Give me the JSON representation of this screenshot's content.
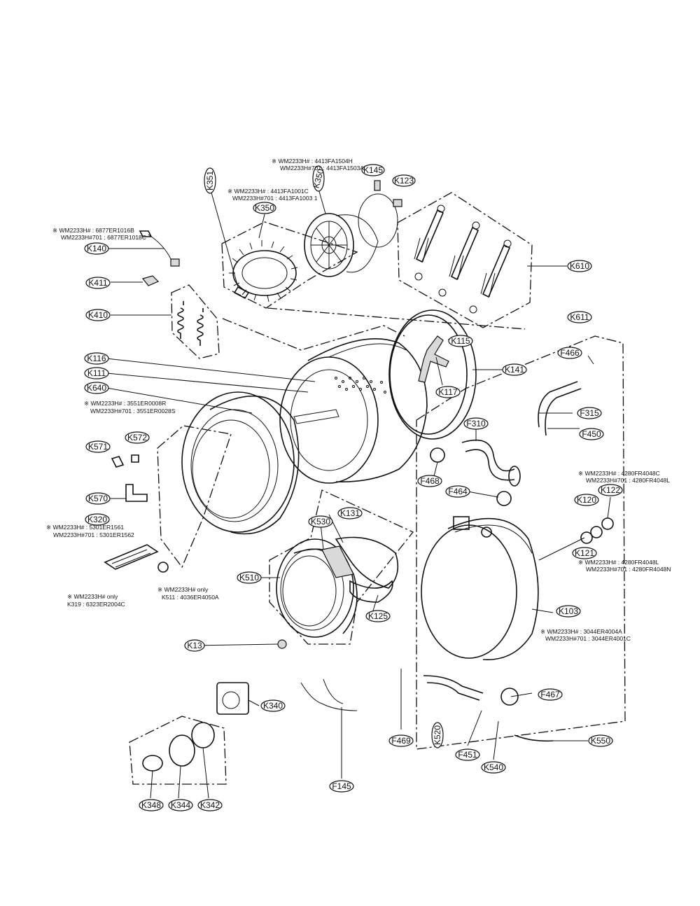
{
  "labels": {
    "k351": "K351",
    "k350a": "K350",
    "k350b": "K350",
    "k145": "K145",
    "k123": "K123",
    "k140": "K140",
    "k411": "K411",
    "k410": "K410",
    "k610": "K610",
    "k611": "K611",
    "k116": "K116",
    "k111": "K111",
    "k640": "K640",
    "k115": "K115",
    "k141": "K141",
    "k117": "K117",
    "k571": "K571",
    "k572": "K572",
    "k570": "K570",
    "k320": "K320",
    "k530": "K530",
    "k131": "K131",
    "k510": "K510",
    "k125": "K125",
    "k13": "K13",
    "k340": "K340",
    "k348": "K348",
    "k344": "K344",
    "k342": "K342",
    "f466": "F466",
    "f315": "F315",
    "f310": "F310",
    "f450": "F450",
    "f468": "F468",
    "f464": "F464",
    "k122": "K122",
    "k121": "K121",
    "k120": "K120",
    "k103": "K103",
    "f467": "F467",
    "f469": "F469",
    "k520": "K520",
    "f451": "F451",
    "k540": "K540",
    "k550": "K550",
    "f145": "F145"
  },
  "notes": {
    "top1": "※ WM2233H# : 4413FA1504H",
    "top2": "WM2233H#701 : 4413FA1503A",
    "mid1": "※ WM2233H# : 4413FA1001C",
    "mid2": "WM2233H#701 : 4413FA1003 1",
    "left1": "※ WM2233H# : 6877ER1016B",
    "left2": "WM2233H#701 : 6877ER1018C",
    "tub1": "※ WM2233H# : 3551ER0008R",
    "tub2": "WM2233H#701 : 3551ER0028S",
    "heat1": "※ WM2233H# : 5301ER1561",
    "heat2": "WM2233H#701 : 5301ER1562",
    "heat3": "※ WM2233H# only",
    "heat4": "K319 : 6323ER2004C",
    "gask1": "※ WM2233H# only",
    "gask2": "K511 : 4036ER4050A",
    "brg1": "※ WM2233H# : 4280FR4048C",
    "brg2": "WM2233H#701 : 4280FR4048L",
    "brg3": "※ WM2233H# : 4280FR4048L",
    "brg4": "WM2233H#701 : 4280FR4048N",
    "tub3": "※ WM2233H# : 3044ER4004A",
    "tub4": "WM2233H#701 : 3044ER4001C"
  }
}
